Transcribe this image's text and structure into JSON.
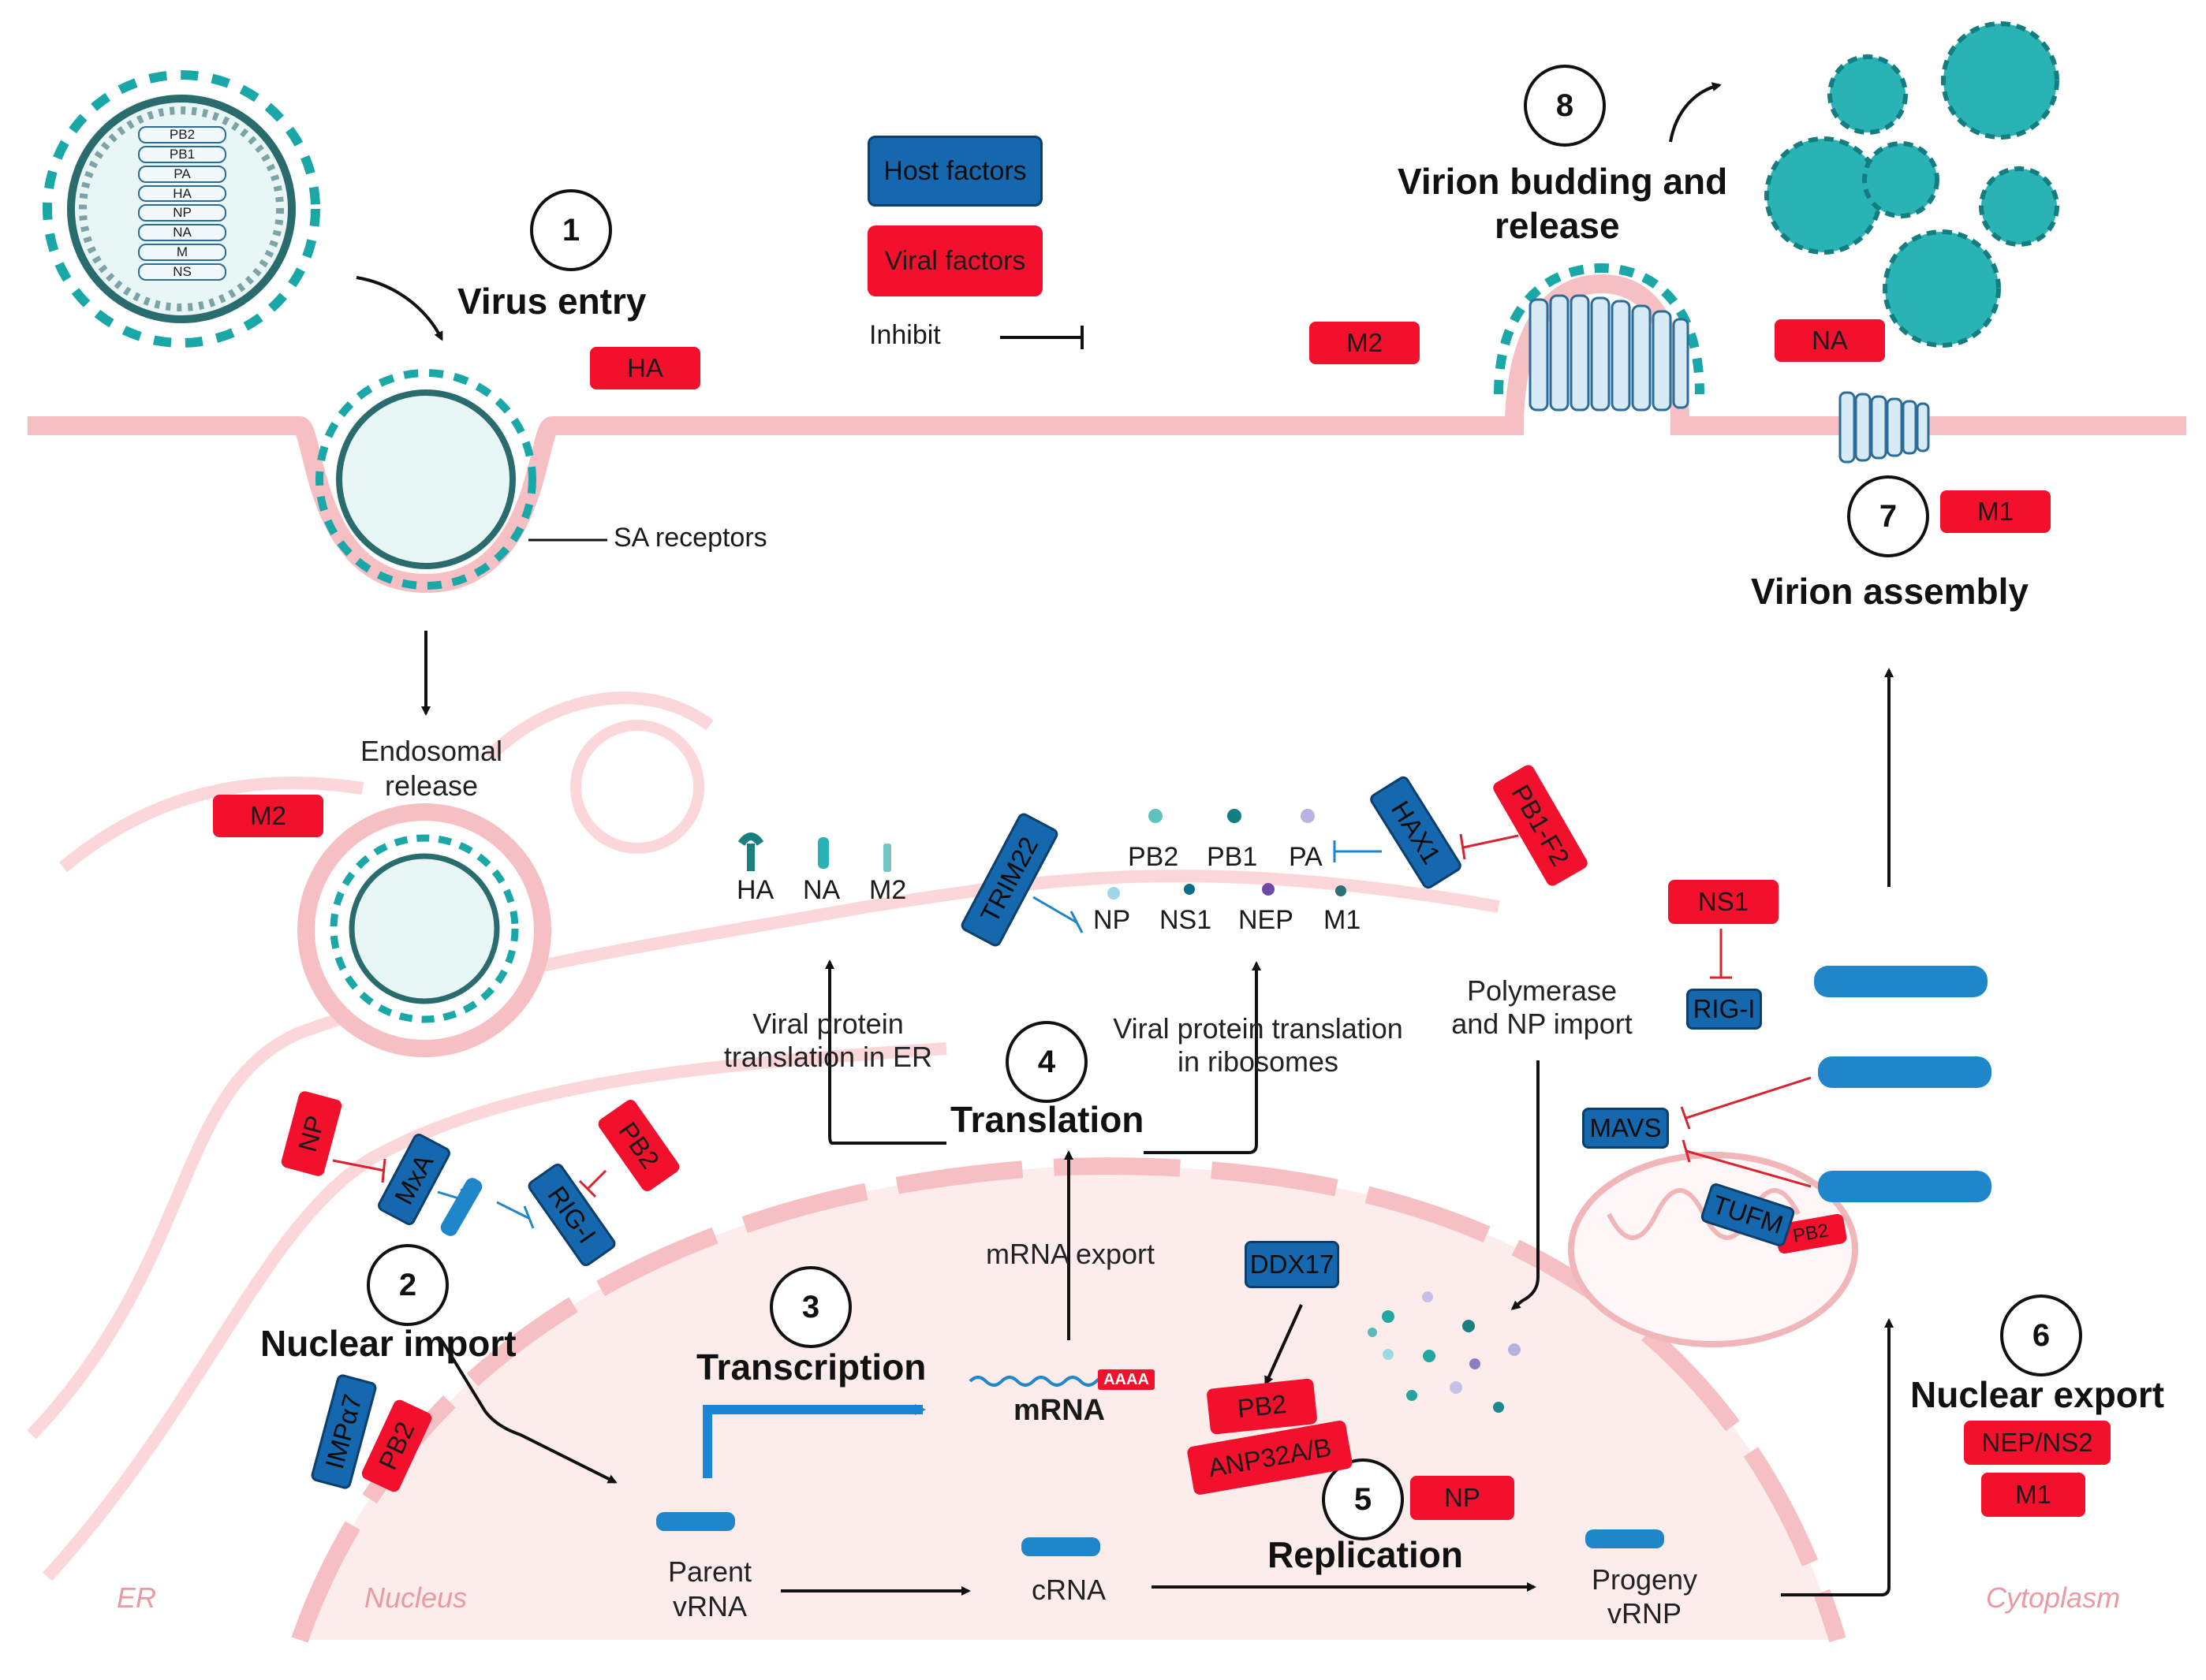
{
  "legend": {
    "host_factors": "Host factors",
    "viral_factors": "Viral factors",
    "inhibit": "Inhibit"
  },
  "colors": {
    "host": "#1568ad",
    "viral": "#f2102c",
    "membrane": "#f6bfc3",
    "nucleus_fill": "#fdecec",
    "virion": "#1aa7a8"
  },
  "virion_segments": [
    "PB2",
    "PB1",
    "PA",
    "HA",
    "NP",
    "NA",
    "M",
    "NS"
  ],
  "steps": [
    {
      "number": "1",
      "title": "Virus entry"
    },
    {
      "number": "2",
      "title": "Nuclear import"
    },
    {
      "number": "3",
      "title": "Transcription"
    },
    {
      "number": "4",
      "title": "Translation"
    },
    {
      "number": "5",
      "title": "Replication"
    },
    {
      "number": "6",
      "title": "Nuclear export"
    },
    {
      "number": "7",
      "title": "Virion assembly"
    },
    {
      "number": "8",
      "title_line1": "Virion budding and",
      "title_line2": "release"
    }
  ],
  "labels": {
    "sa_receptors": "SA receptors",
    "endosomal_release_1": "Endosomal",
    "endosomal_release_2": "release",
    "viral_translation_er_1": "Viral protein",
    "viral_translation_er_2": "translation in ER",
    "viral_translation_ribo_1": "Viral protein translation",
    "viral_translation_ribo_2": "in ribosomes",
    "polymerase_import_1": "Polymerase",
    "polymerase_import_2": "and NP import",
    "mrna_export": "mRNA export",
    "mrna": "mRNA",
    "polya": "AAAA",
    "parent_vrna_1": "Parent",
    "parent_vrna_2": "vRNA",
    "crna": "cRNA",
    "progeny_vrnp_1": "Progeny",
    "progeny_vrnp_2": "vRNP"
  },
  "proteins": {
    "membrane_proteins": [
      "HA",
      "NA",
      "M2"
    ],
    "row1": [
      "PB2",
      "PB1",
      "PA"
    ],
    "row2": [
      "NP",
      "NS1",
      "NEP",
      "M1"
    ]
  },
  "regions": {
    "er": "ER",
    "nucleus": "Nucleus",
    "cytoplasm": "Cytoplasm"
  },
  "factors": {
    "ha": "HA",
    "m2_entry": "M2",
    "m2_budding": "M2",
    "na_budding": "NA",
    "m1_assembly": "M1",
    "np_inhibit": "NP",
    "mxa": "MxA",
    "rig_i_import": "RIG-I",
    "pb2_rig": "PB2",
    "impa7": "IMPα7",
    "pb2_import": "PB2",
    "trim22": "TRIM22",
    "hax1": "HAX1",
    "pb1_f2": "PB1-F2",
    "ns1": "NS1",
    "rig_i_ns1": "RIG-I",
    "mavs": "MAVS",
    "tufm": "TUFM",
    "pb2_tufm": "PB2",
    "ddx17": "DDX17",
    "pb2_replication": "PB2",
    "anp32": "ANP32A/B",
    "np_replication": "NP",
    "nep_ns2": "NEP/NS2",
    "m1_export": "M1"
  }
}
